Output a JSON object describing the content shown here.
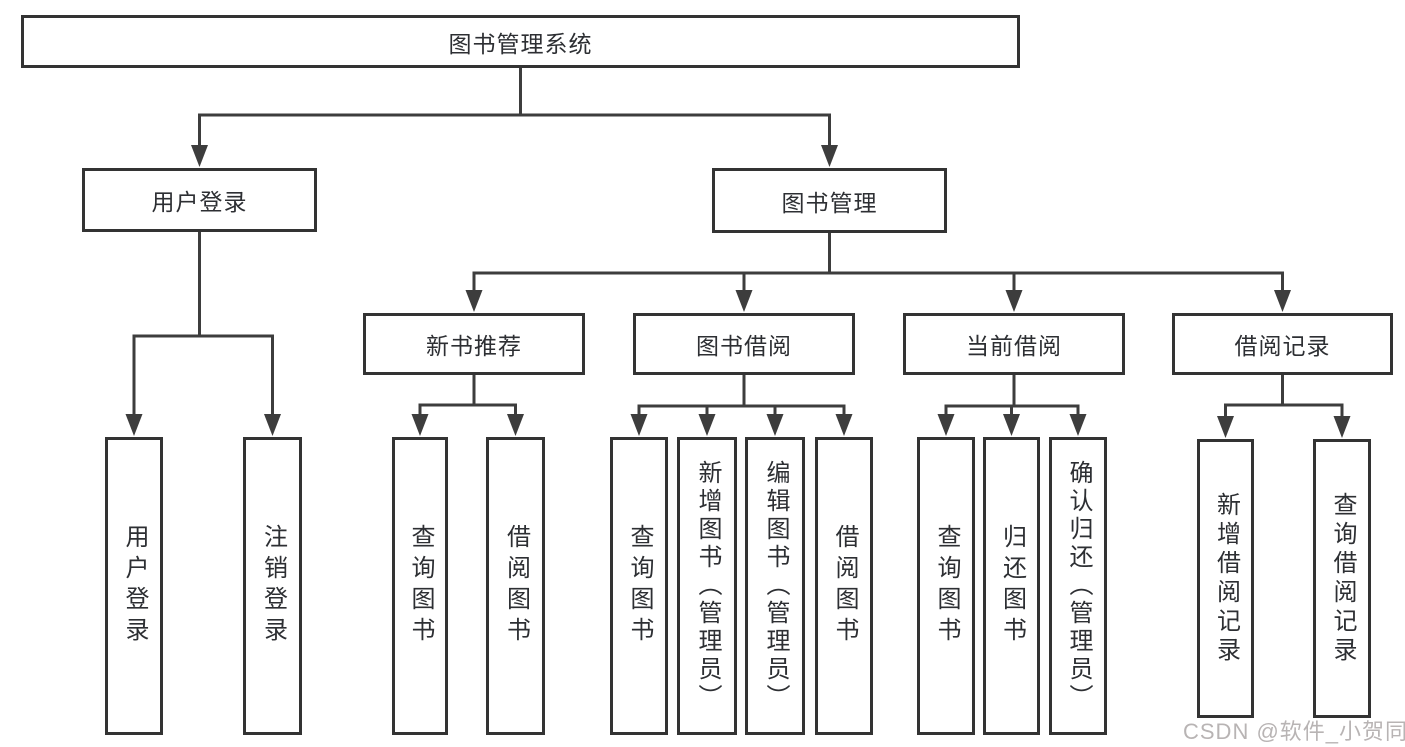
{
  "diagram": {
    "root": {
      "label": "图书管理系统"
    },
    "modules": [
      {
        "label": "用户登录",
        "children": [
          {
            "label": "用户登录"
          },
          {
            "label": "注销登录"
          }
        ]
      },
      {
        "label": "图书管理",
        "children": [
          {
            "label": "新书推荐",
            "children": [
              {
                "label": "查询图书"
              },
              {
                "label": "借阅图书"
              }
            ]
          },
          {
            "label": "图书借阅",
            "children": [
              {
                "label": "查询图书"
              },
              {
                "label": "新增图书（管理员）"
              },
              {
                "label": "编辑图书（管理员）"
              },
              {
                "label": "借阅图书"
              }
            ]
          },
          {
            "label": "当前借阅",
            "children": [
              {
                "label": "查询图书"
              },
              {
                "label": "归还图书"
              },
              {
                "label": "确认归还（管理员）"
              }
            ]
          },
          {
            "label": "借阅记录",
            "children": [
              {
                "label": "新增借阅记录"
              },
              {
                "label": "查询借阅记录"
              }
            ]
          }
        ]
      }
    ]
  },
  "watermark": {
    "text": "CSDN @软件_小贺同学"
  },
  "colors": {
    "line": "#3d3d3d",
    "box_border": "#333333",
    "text": "#2d2f33",
    "background": "#ffffff",
    "watermark": "#b5b0b0"
  }
}
